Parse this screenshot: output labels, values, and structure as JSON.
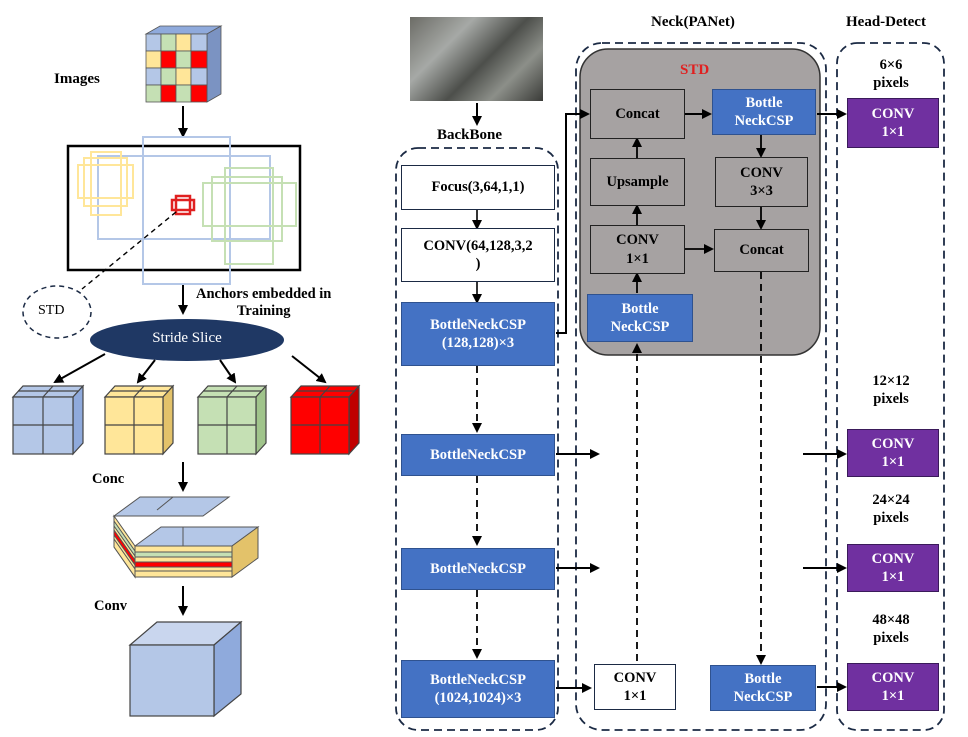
{
  "left": {
    "images_label": "Images",
    "std_label": "STD",
    "anchors_label": "Anchors embedded in\nTraining",
    "stride_slice_label": "Stride Slice",
    "conc_label": "Conc",
    "conv_label": "Conv"
  },
  "backbone": {
    "title": "BackBone",
    "blocks": [
      "Focus(3,64,1,1)",
      "CONV(64,128,3,2\n)",
      "BottleNeckCSP\n(128,128)×3",
      "BottleNeckCSP",
      "BottleNeckCSP",
      "BottleNeckCSP\n(1024,1024)×3"
    ]
  },
  "neck": {
    "title": "Neck(PANet)",
    "std_label": "STD",
    "concat_top": "Concat",
    "bottle_top": "Bottle\nNeckCSP",
    "upsample": "Upsample",
    "conv3": "CONV\n3×3",
    "conv1_mid": "CONV\n1×1",
    "concat_mid": "Concat",
    "bottle_low": "Bottle\nNeckCSP",
    "conv1_bottom": "CONV\n1×1",
    "bottle_bottom": "Bottle\nNeckCSP"
  },
  "head": {
    "title": "Head-Detect",
    "outputs": [
      {
        "scale": "6×6\npixels",
        "label": "CONV\n1×1"
      },
      {
        "scale": "12×12\npixels",
        "label": "CONV\n1×1"
      },
      {
        "scale": "24×24\npixels",
        "label": "CONV\n1×1"
      },
      {
        "scale": "48×48\npixels",
        "label": "CONV\n1×1"
      }
    ]
  },
  "colors": {
    "blue_block": "#4472c4",
    "purple_block": "#7030a0",
    "grey_panel": "#a6a2a2",
    "std_red": "#e02020",
    "stride_ellipse": "#1f3864",
    "cube_blue": "#b4c7e7",
    "cube_yellow": "#ffe699",
    "cube_green": "#c5e0b4",
    "cube_red": "#ff0000"
  }
}
